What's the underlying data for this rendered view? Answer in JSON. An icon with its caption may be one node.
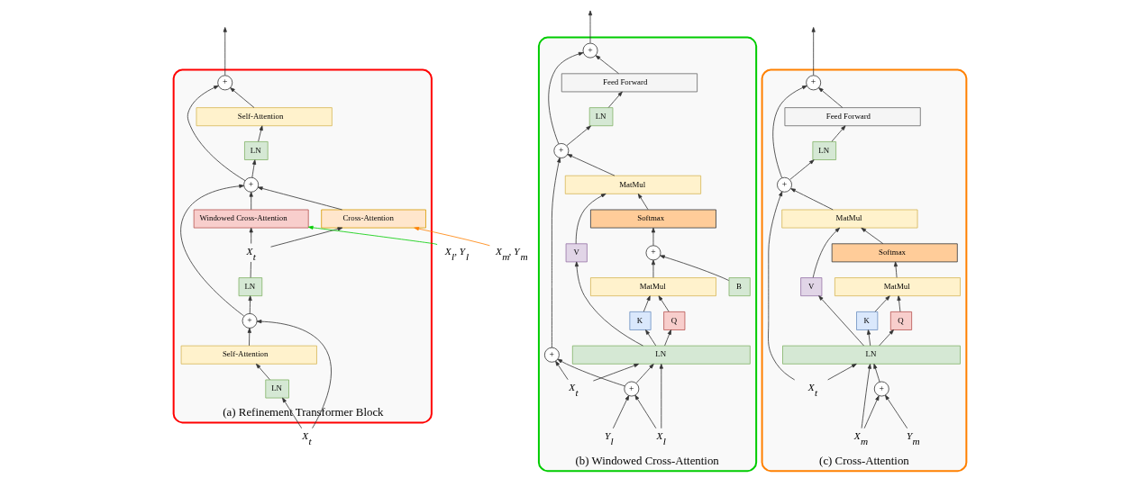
{
  "diagram": {
    "nodes": [
      {
        "text": [
          "(a) Refinement Transformer Block"
        ]
      },
      {
        "text": [
          "+"
        ],
        "in": 0
      },
      {
        "text": [
          "Self-Attention"
        ],
        "in": 0
      },
      {
        "text": [
          "LN"
        ],
        "in": 0
      },
      {
        "text": [
          "+"
        ],
        "in": 0
      },
      {
        "text": [
          "Windowed Cross-Attention"
        ],
        "in": 0
      },
      {
        "text": [
          "Cross-Attention"
        ],
        "in": 0
      },
      {
        "text": [
          "X$_{t}$"
        ],
        "in": 0
      },
      {
        "text": [
          "LN"
        ],
        "in": 0
      },
      {
        "text": [
          "+"
        ],
        "in": 0
      },
      {
        "text": [
          "Self-Attention"
        ],
        "in": 0
      },
      {
        "text": [
          "LN"
        ],
        "in": 0
      },
      {
        "text": [
          "X$_{t}$"
        ]
      },
      {
        "text": [
          "X$_{l}$, Y$_{l}$"
        ]
      },
      {
        "text": [
          "X$_{m}$, Y$_{m}$"
        ]
      },
      {
        "text": [
          "(b) Windowed Cross-Attention"
        ]
      },
      {
        "text": [
          "+"
        ],
        "in": 15
      },
      {
        "text": [
          "Feed Forward"
        ],
        "in": 15
      },
      {
        "text": [
          "LN"
        ],
        "in": 15
      },
      {
        "text": [
          "+"
        ],
        "in": 15
      },
      {
        "text": [
          "MatMul"
        ],
        "in": 15
      },
      {
        "text": [
          "Softmax"
        ],
        "in": 15
      },
      {
        "text": [
          "+"
        ],
        "in": 15
      },
      {
        "text": [
          "B"
        ],
        "in": 15
      },
      {
        "text": [
          "MatMul"
        ],
        "in": 15
      },
      {
        "text": [
          "V"
        ],
        "in": 15
      },
      {
        "text": [
          "K"
        ],
        "in": 15
      },
      {
        "text": [
          "Q"
        ],
        "in": 15
      },
      {
        "text": [
          "+"
        ],
        "in": 15
      },
      {
        "text": [
          "LN"
        ],
        "in": 15
      },
      {
        "text": [
          "+"
        ],
        "in": 15
      },
      {
        "text": [
          "Y$_{l}$"
        ],
        "in": 15
      },
      {
        "text": [
          "X$_{l}$"
        ],
        "in": 15
      },
      {
        "text": [
          "X$_{t}$"
        ],
        "in": 15
      },
      {
        "text": [
          "(c) Cross-Attention"
        ]
      },
      {
        "text": [
          "+"
        ],
        "in": 34
      },
      {
        "text": [
          "Feed Forward"
        ],
        "in": 34
      },
      {
        "text": [
          "LN"
        ],
        "in": 34
      },
      {
        "text": [
          "+"
        ],
        "in": 34
      },
      {
        "text": [
          "MatMul"
        ],
        "in": 34
      },
      {
        "text": [
          "Softmax"
        ],
        "in": 34
      },
      {
        "text": [
          "MatMul"
        ],
        "in": 34
      },
      {
        "text": [
          "V"
        ],
        "in": 34
      },
      {
        "text": [
          "K"
        ],
        "in": 34
      },
      {
        "text": [
          "Q"
        ],
        "in": 34
      },
      {
        "text": [
          "LN"
        ],
        "in": 34
      },
      {
        "text": [
          "+"
        ],
        "in": 34
      },
      {
        "text": [
          "Y$_{m}$"
        ],
        "in": 34
      },
      {
        "text": [
          "X$_{m}$"
        ],
        "in": 34
      },
      {
        "text": [
          "X$_{t}$"
        ],
        "in": 34
      }
    ],
    "edges": [
      {
        "from": 12,
        "to": 11,
        "arrow": "to"
      },
      {
        "from": 12,
        "to": 9,
        "arrow": "to"
      },
      {
        "from": 11,
        "to": 10,
        "arrow": "to"
      },
      {
        "from": 10,
        "to": 9,
        "arrow": "to"
      },
      {
        "from": 9,
        "to": 8,
        "arrow": "to"
      },
      {
        "from": 9,
        "to": 4,
        "arrow": "to"
      },
      {
        "from": 8,
        "to": 7,
        "arrow": "none"
      },
      {
        "from": 7,
        "to": 5,
        "arrow": "to"
      },
      {
        "from": 7,
        "to": 6,
        "arrow": "to"
      },
      {
        "from": 13,
        "to": 5,
        "arrow": "to",
        "color": "#00cc00"
      },
      {
        "from": 14,
        "to": 6,
        "arrow": "to",
        "color": "#ff8000"
      },
      {
        "from": 5,
        "to": 4,
        "arrow": "to"
      },
      {
        "from": 6,
        "to": 4,
        "arrow": "to"
      },
      {
        "from": 4,
        "to": 3,
        "arrow": "to"
      },
      {
        "from": 4,
        "to": 1,
        "arrow": "to"
      },
      {
        "from": 3,
        "to": 2,
        "arrow": "to"
      },
      {
        "from": 2,
        "to": 1,
        "arrow": "to"
      },
      {
        "from": 1,
        "to": null,
        "arrow": "to"
      },
      {
        "from": 31,
        "to": 30,
        "arrow": "to"
      },
      {
        "from": 32,
        "to": 30,
        "arrow": "to"
      },
      {
        "from": 30,
        "to": 29,
        "arrow": "to"
      },
      {
        "from": 30,
        "to": 28,
        "arrow": "to"
      },
      {
        "from": 32,
        "to": 29,
        "arrow": "to"
      },
      {
        "from": 33,
        "to": 29,
        "arrow": "to"
      },
      {
        "from": 33,
        "to": 28,
        "arrow": "to"
      },
      {
        "from": 29,
        "to": 25,
        "arrow": "to"
      },
      {
        "from": 29,
        "to": 26,
        "arrow": "to"
      },
      {
        "from": 29,
        "to": 27,
        "arrow": "to"
      },
      {
        "from": 25,
        "to": 20,
        "arrow": "to"
      },
      {
        "from": 26,
        "to": 24,
        "arrow": "to"
      },
      {
        "from": 27,
        "to": 24,
        "arrow": "to"
      },
      {
        "from": 24,
        "to": 22,
        "arrow": "to"
      },
      {
        "from": 23,
        "to": 22,
        "arrow": "to"
      },
      {
        "from": 22,
        "to": 21,
        "arrow": "to"
      },
      {
        "from": 21,
        "to": 20,
        "arrow": "to"
      },
      {
        "from": 20,
        "to": 19,
        "arrow": "to"
      },
      {
        "from": 28,
        "to": 19,
        "arrow": "to"
      },
      {
        "from": 19,
        "to": 18,
        "arrow": "to"
      },
      {
        "from": 19,
        "to": 16,
        "arrow": "to"
      },
      {
        "from": 18,
        "to": 17,
        "arrow": "to"
      },
      {
        "from": 17,
        "to": 16,
        "arrow": "to"
      },
      {
        "from": 16,
        "to": null,
        "arrow": "to"
      },
      {
        "from": 47,
        "to": 46,
        "arrow": "to"
      },
      {
        "from": 48,
        "to": 46,
        "arrow": "to"
      },
      {
        "from": 46,
        "to": 45,
        "arrow": "to"
      },
      {
        "from": 48,
        "to": 45,
        "arrow": "to"
      },
      {
        "from": 49,
        "to": 45,
        "arrow": "to"
      },
      {
        "from": 45,
        "to": 42,
        "arrow": "to"
      },
      {
        "from": 45,
        "to": 43,
        "arrow": "to"
      },
      {
        "from": 45,
        "to": 44,
        "arrow": "to"
      },
      {
        "from": 42,
        "to": 39,
        "arrow": "to"
      },
      {
        "from": 43,
        "to": 41,
        "arrow": "to"
      },
      {
        "from": 44,
        "to": 41,
        "arrow": "to"
      },
      {
        "from": 41,
        "to": 40,
        "arrow": "to"
      },
      {
        "from": 40,
        "to": 39,
        "arrow": "to"
      },
      {
        "from": 39,
        "to": 38,
        "arrow": "to"
      },
      {
        "from": 49,
        "to": 38,
        "arrow": "to"
      },
      {
        "from": 38,
        "to": 37,
        "arrow": "to"
      },
      {
        "from": 38,
        "to": 35,
        "arrow": "to"
      },
      {
        "from": 37,
        "to": 36,
        "arrow": "to"
      },
      {
        "from": 36,
        "to": 35,
        "arrow": "to"
      },
      {
        "from": 35,
        "to": null,
        "arrow": "to"
      }
    ]
  }
}
